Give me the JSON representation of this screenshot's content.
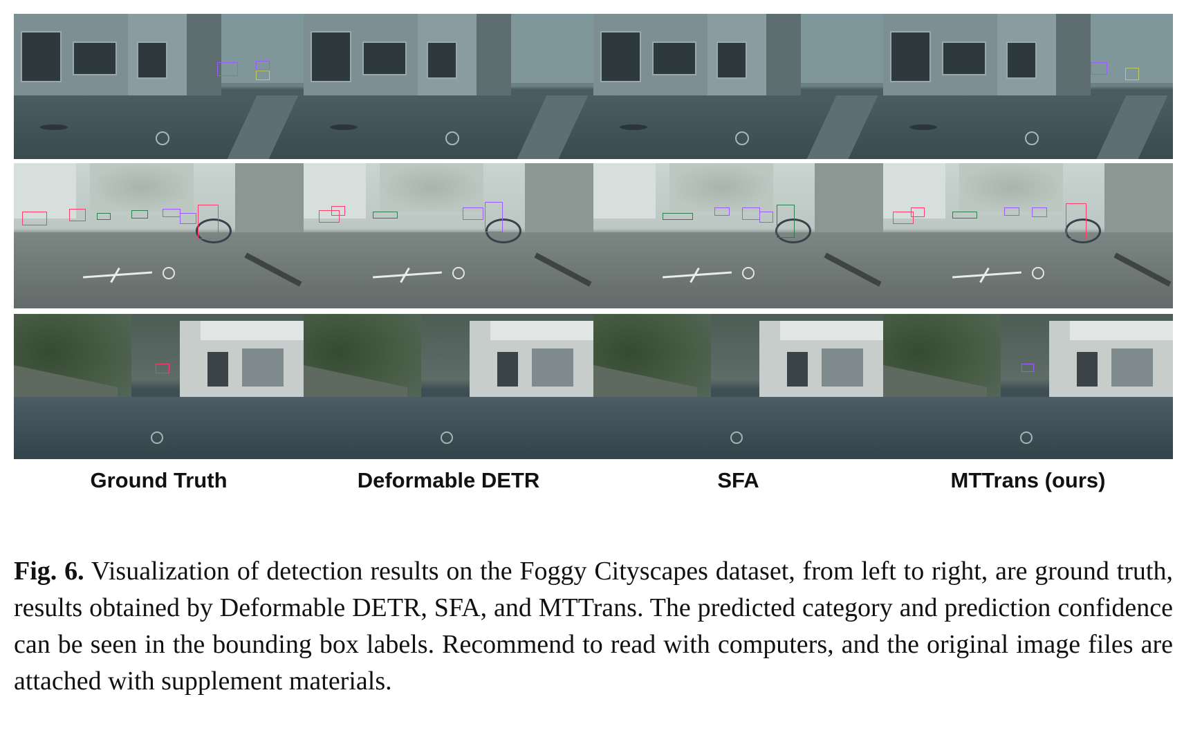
{
  "figure": {
    "columns": [
      "Ground Truth",
      "Deformable DETR",
      "SFA",
      "MTTrans (ours)"
    ],
    "rows": [
      {
        "scene": "foggy-shop-street"
      },
      {
        "scene": "foggy-crossing-cyclist"
      },
      {
        "scene": "foggy-alley"
      }
    ],
    "box_colors": {
      "pink": "#ff3b6b",
      "purple": "#9b5cff",
      "green": "#2e7d4f",
      "yellow": "#c2c86a"
    }
  },
  "caption": {
    "label": "Fig. 6.",
    "text": "Visualization of detection results on the Foggy Cityscapes dataset, from left to right, are ground truth, results obtained by Deformable DETR, SFA, and MTTrans. The predicted category and prediction confidence can be seen in the bounding box labels. Recommend to read with computers, and the original image files are attached with supplement materials."
  }
}
